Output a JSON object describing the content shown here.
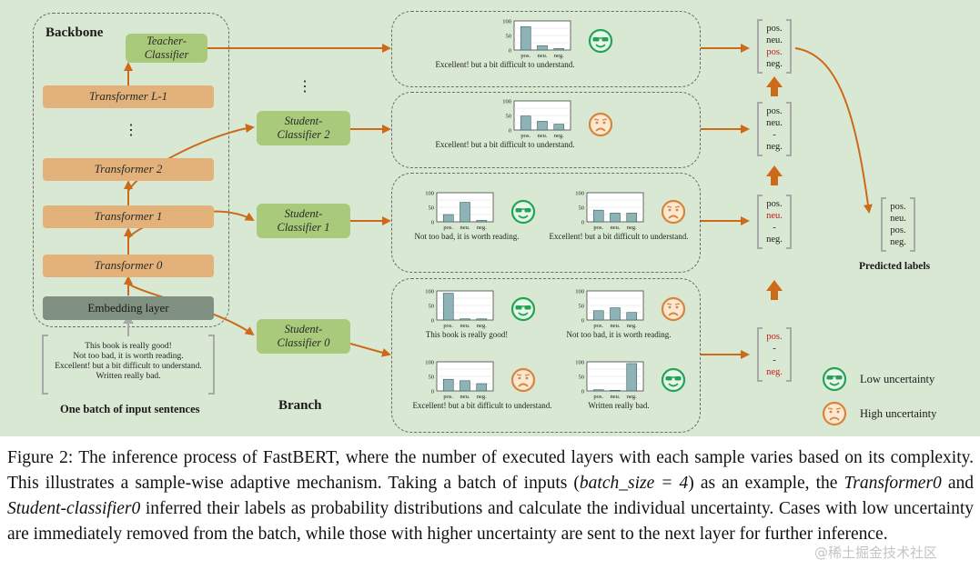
{
  "backbone": {
    "title": "Backbone",
    "teacher_classifier": "Teacher-\nClassifier",
    "transformers": [
      "Transformer L-1",
      "Transformer 2",
      "Transformer 1",
      "Transformer 0"
    ],
    "embedding": "Embedding layer",
    "vdots": "⋮"
  },
  "inputs": {
    "sentences": [
      "This book is really good!",
      "Not too bad, it is worth reading.",
      "Excellent!  but a bit difficult to understand.",
      "Written really bad."
    ],
    "caption": "One batch of input sentences"
  },
  "branch": {
    "title": "Branch",
    "classifiers": [
      "Student-\nClassifier 2",
      "Student-\nClassifier 1",
      "Student-\nClassifier 0"
    ],
    "vdots": "⋮"
  },
  "panels": [
    {
      "charts": [
        {
          "values": [
            80,
            15,
            5
          ],
          "caption": "Excellent!  but a bit difficult to understand.",
          "uncertainty": "low"
        }
      ]
    },
    {
      "charts": [
        {
          "values": [
            48,
            30,
            20
          ],
          "caption": "Excellent!  but a bit difficult to understand.",
          "uncertainty": "high"
        }
      ]
    },
    {
      "charts": [
        {
          "values": [
            25,
            67,
            5
          ],
          "caption": "Not too bad, it is worth reading.",
          "uncertainty": "low"
        },
        {
          "values": [
            40,
            30,
            30
          ],
          "caption": "Excellent!  but a bit difficult to understand.",
          "uncertainty": "high"
        }
      ]
    },
    {
      "charts": [
        {
          "values": [
            92,
            4,
            4
          ],
          "caption": "This book is really good!",
          "uncertainty": "low"
        },
        {
          "values": [
            32,
            42,
            26
          ],
          "caption": "Not too bad, it is worth reading.",
          "uncertainty": "high"
        },
        {
          "values": [
            40,
            35,
            25
          ],
          "caption": "Excellent!  but a bit difficult to understand.",
          "uncertainty": "high"
        },
        {
          "values": [
            4,
            2,
            94
          ],
          "caption": "Written really bad.",
          "uncertainty": "low"
        }
      ]
    }
  ],
  "chart_axis": {
    "ylim": [
      0,
      100
    ],
    "yticks": [
      "100",
      "50",
      "0"
    ],
    "categories": [
      "pos.",
      "neu.",
      "neg."
    ]
  },
  "label_columns": [
    {
      "labels": [
        {
          "t": "pos."
        },
        {
          "t": "neu."
        },
        {
          "t": "pos.",
          "red": true
        },
        {
          "t": "neg."
        }
      ]
    },
    {
      "labels": [
        {
          "t": "pos."
        },
        {
          "t": "neu."
        },
        {
          "t": "-"
        },
        {
          "t": "neg."
        }
      ]
    },
    {
      "labels": [
        {
          "t": "pos."
        },
        {
          "t": "neu.",
          "red": true
        },
        {
          "t": "-"
        },
        {
          "t": "neg."
        }
      ]
    },
    {
      "labels": [
        {
          "t": "pos.",
          "red": true
        },
        {
          "t": "-"
        },
        {
          "t": "-"
        },
        {
          "t": "neg.",
          "red": true
        }
      ]
    }
  ],
  "predicted": {
    "labels": [
      "pos.",
      "neu.",
      "pos.",
      "neg."
    ],
    "caption": "Predicted labels"
  },
  "legend": {
    "low": "Low uncertainty",
    "high": "High uncertainty"
  },
  "colors": {
    "background": "#d9e8d3",
    "transformer": "#e3b27a",
    "classifier": "#a9c97b",
    "embedding": "#7f8f80",
    "arrow": "#cc6a1a",
    "bar": "#8eb3b6",
    "low_face": "#23a455",
    "high_face": "#d8843a",
    "highlight": "#c0201e"
  },
  "caption": {
    "figure_label": "Figure 2:",
    "t1": " The inference process of FastBERT, where the number of executed layers with each sample varies based on its complexity. This illustrates a sample-wise adaptive mechanism. Taking a batch of inputs (",
    "math": "batch_size = 4",
    "t2": ") as an example, the ",
    "em1": "Transformer0",
    "t3": " and ",
    "em2": "Student-classifier0",
    "t4": " inferred their labels as probability distributions and calculate the individual uncertainty. Cases with low uncertainty are immediately removed from the batch, while those with higher uncertainty are sent to the next layer for further inference."
  },
  "watermark": "@稀土掘金技术社区"
}
